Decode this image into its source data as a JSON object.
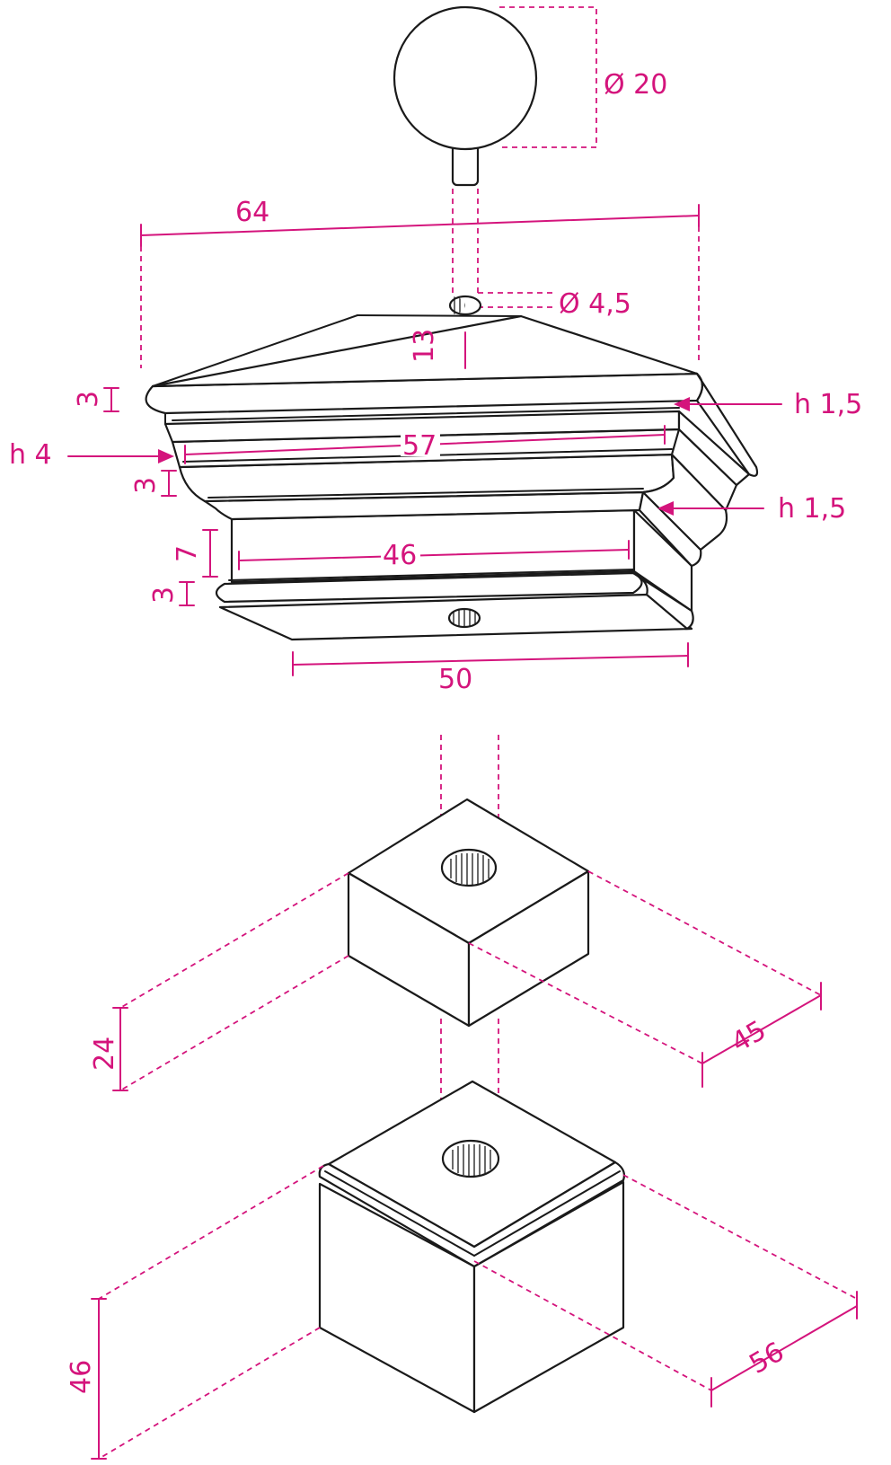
{
  "colors": {
    "dimension": "#d4147c",
    "outline": "#1a1a1a",
    "background": "#ffffff"
  },
  "dimensions": {
    "ball_diameter": "Ø 20",
    "pin_diameter": "Ø 4,5",
    "cap_width_top": "64",
    "cap_rise": "13",
    "cap_top_band": "3",
    "upper_groove": "h 1,5",
    "cap_mid_width": "57",
    "mid_band_height": "h 4",
    "lower_band": "3",
    "lower_groove": "h 1,5",
    "neck_height": "7",
    "neck_width": "46",
    "base_band": "3",
    "cap_base_width": "50",
    "small_block_height": "24",
    "small_block_width": "45",
    "large_block_height": "46",
    "large_block_width": "56"
  }
}
